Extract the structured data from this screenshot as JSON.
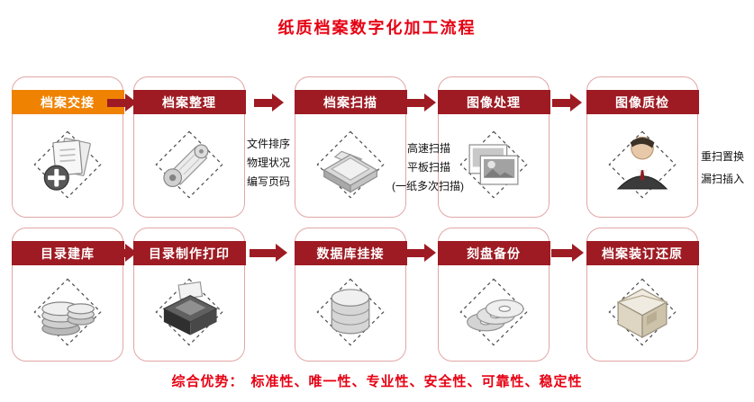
{
  "title": "纸质档案数字化加工流程",
  "top_row": {
    "cards": [
      {
        "label": "档案交接",
        "icon": "add-documents-icon",
        "banner_color": "#ef8200"
      },
      {
        "label": "档案整理",
        "icon": "paper-scroll-icon",
        "banner_color": "#9e1b23"
      },
      {
        "label": "档案扫描",
        "icon": "flatbed-scanner-icon",
        "banner_color": "#9e1b23"
      },
      {
        "label": "图像处理",
        "icon": "photo-images-icon",
        "banner_color": "#9e1b23"
      },
      {
        "label": "图像质检",
        "icon": "inspector-person-icon",
        "banner_color": "#9e1b23"
      }
    ],
    "notes": {
      "organize": {
        "line1": "文件排序",
        "line2": "物理状况",
        "line3": "编写页码"
      },
      "scan": {
        "line1": "高速扫描",
        "line2": "平板扫描",
        "line3": "(一纸多次扫描)"
      },
      "qc": {
        "line1": "重扫置换",
        "line2": "漏扫插入"
      }
    }
  },
  "bottom_row": {
    "cards": [
      {
        "label": "目录建库",
        "icon": "disk-stack-icon",
        "banner_color": "#9e1b23"
      },
      {
        "label": "目录制作打印",
        "icon": "printer-icon",
        "banner_color": "#9e1b23"
      },
      {
        "label": "数据库挂接",
        "icon": "database-cylinder-icon",
        "banner_color": "#9e1b23"
      },
      {
        "label": "刻盘备份",
        "icon": "cd-discs-icon",
        "banner_color": "#9e1b23"
      },
      {
        "label": "档案装订还原",
        "icon": "packing-box-icon",
        "banner_color": "#9e1b23"
      }
    ]
  },
  "footer": {
    "prefix": "综合优势：",
    "items": "标准性、唯一性、专业性、安全性、可靠性、稳定性"
  },
  "colors": {
    "banner_red": "#9e1b23",
    "banner_orange": "#ef8200",
    "accent_red": "#e60012",
    "card_border": "#e2a6a6",
    "arrow_red": "#9e1b23"
  }
}
